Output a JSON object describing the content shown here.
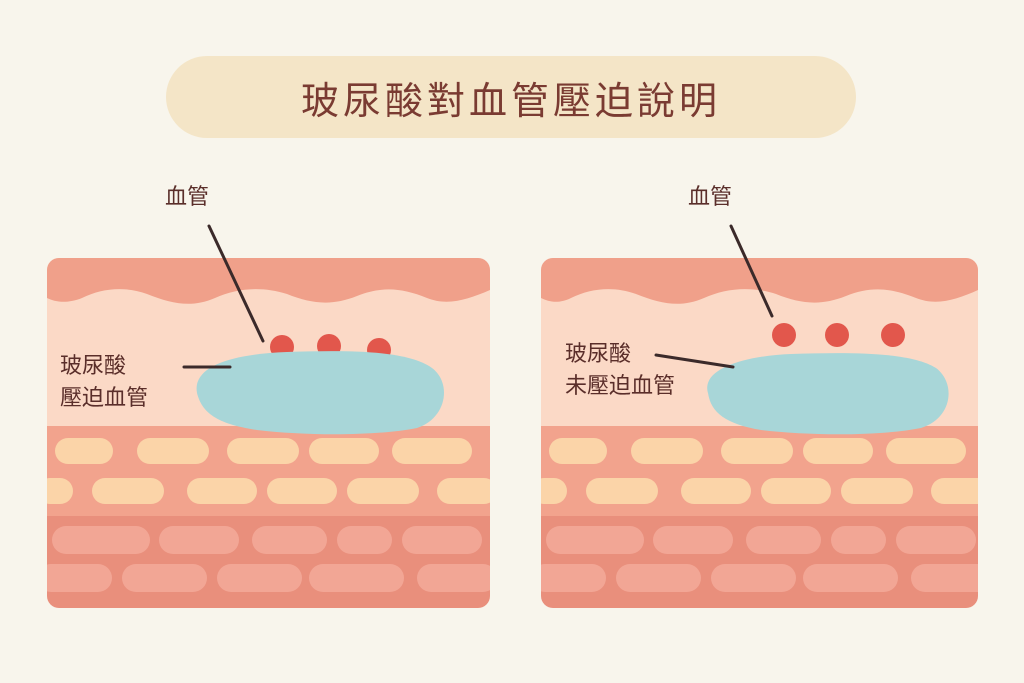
{
  "title": "玻尿酸對血管壓迫說明",
  "colors": {
    "background": "#f8f5ec",
    "title_bg": "#f4e5c7",
    "title_text": "#7a3b32",
    "skin_top": "#f0a08a",
    "skin_mid": "#fbd9c6",
    "fat_layer": "#f2a38d",
    "fat_cell": "#fbd4a8",
    "deep_layer": "#e98f7c",
    "deep_cell": "#f2a695",
    "filler": "#a8d6d8",
    "vessel": "#e2574c",
    "leader_line": "#3b2a2a"
  },
  "left_panel": {
    "vessel_label": "血管",
    "filler_label_line1": "玻尿酸",
    "filler_label_line2": "壓迫血管"
  },
  "right_panel": {
    "vessel_label": "血管",
    "filler_label_line1": "玻尿酸",
    "filler_label_line2": "未壓迫血管"
  }
}
